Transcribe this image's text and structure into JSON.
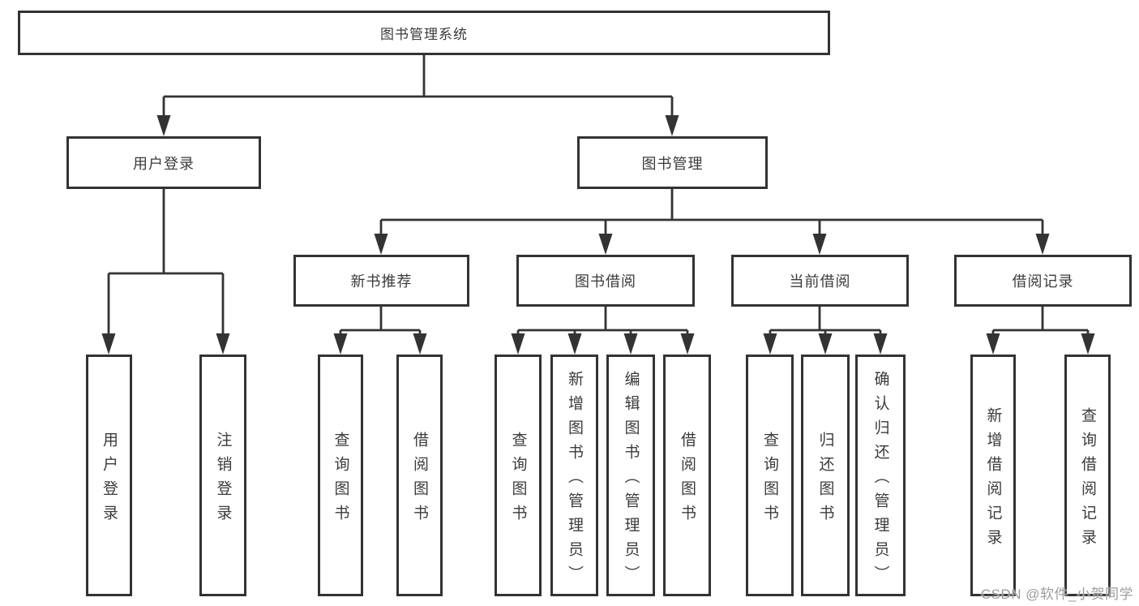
{
  "diagram_type": "hierarchy-tree",
  "colors": {
    "line": "#333333",
    "box_border": "#333333",
    "text": "#3b3b3b",
    "background": "#ffffff",
    "watermark": "#9c9c9c"
  },
  "watermark": {
    "text": "CSDN @软件_小贺同学"
  },
  "tree": {
    "label": "图书管理系统",
    "children": [
      {
        "label": "用户登录",
        "children": [
          {
            "label": "用户登录"
          },
          {
            "label": "注销登录"
          }
        ]
      },
      {
        "label": "图书管理",
        "children": [
          {
            "label": "新书推荐",
            "children": [
              {
                "label": "查询图书"
              },
              {
                "label": "借阅图书"
              }
            ]
          },
          {
            "label": "图书借阅",
            "children": [
              {
                "label": "查询图书"
              },
              {
                "label": "新增图书（管理员）"
              },
              {
                "label": "编辑图书（管理员）"
              },
              {
                "label": "借阅图书"
              }
            ]
          },
          {
            "label": "当前借阅",
            "children": [
              {
                "label": "查询图书"
              },
              {
                "label": "归还图书"
              },
              {
                "label": "确认归还（管理员）"
              }
            ]
          },
          {
            "label": "借阅记录",
            "children": [
              {
                "label": "新增借阅记录"
              },
              {
                "label": "查询借阅记录"
              }
            ]
          }
        ]
      }
    ]
  }
}
